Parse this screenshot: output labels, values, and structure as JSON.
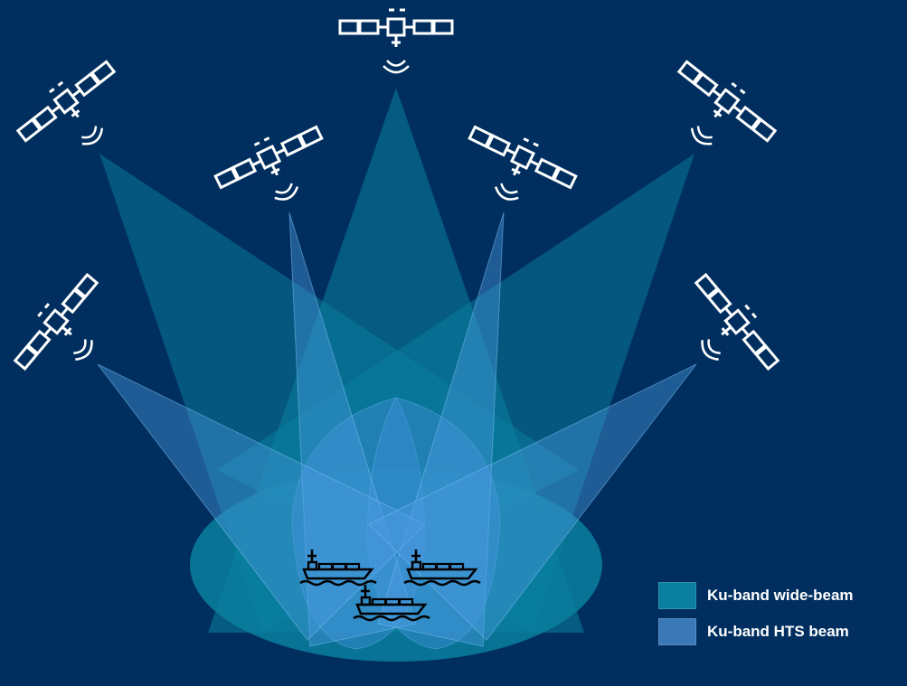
{
  "colors": {
    "background": "#002f5f",
    "wide_beam": "#0a7f9f",
    "hts_beam": "#3f8fd6",
    "line": "#ffffff"
  },
  "legend": {
    "items": [
      {
        "label": "Ku-band wide-beam",
        "color": "#0a7f9f",
        "kind": "wide"
      },
      {
        "label": "Ku-band HTS beam",
        "color": "#3f8fd6",
        "kind": "hts"
      }
    ]
  },
  "satellites": [
    {
      "name": "satellite-top",
      "beam": "wide"
    },
    {
      "name": "satellite-upper-left",
      "beam": "wide"
    },
    {
      "name": "satellite-upper-right",
      "beam": "wide"
    },
    {
      "name": "satellite-inner-left",
      "beam": "hts"
    },
    {
      "name": "satellite-inner-right",
      "beam": "hts"
    },
    {
      "name": "satellite-lower-left",
      "beam": "hts"
    },
    {
      "name": "satellite-lower-right",
      "beam": "hts"
    }
  ],
  "ships": [
    {
      "name": "ship-left"
    },
    {
      "name": "ship-right"
    },
    {
      "name": "ship-center"
    }
  ],
  "icons": [
    "satellite-icon",
    "signal-waves-icon",
    "cargo-ship-icon"
  ]
}
